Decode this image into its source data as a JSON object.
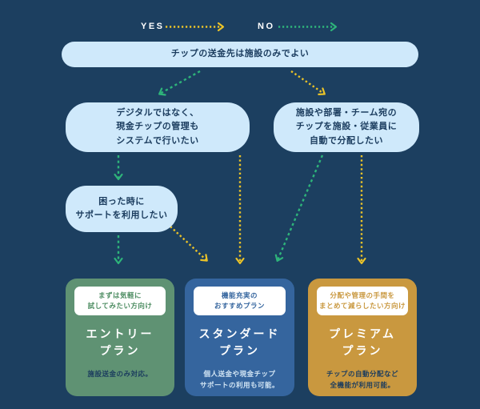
{
  "canvas": {
    "bg": "#1c3f60"
  },
  "colors": {
    "yes_arrow": "#ebc328",
    "no_arrow": "#2eb47a",
    "question_box_bg": "#cfe9fb",
    "question_text": "#1b3c5e",
    "entry_card_bg": "#5f9273",
    "standard_card_bg": "#35659e",
    "premium_card_bg": "#c9983f"
  },
  "legend": {
    "yes": "YES",
    "no": "NO"
  },
  "nodes": {
    "root": {
      "lines": [
        "チップの送金先は施設のみでよい"
      ]
    },
    "cash": {
      "lines": [
        "デジタルではなく、",
        "現金チップの管理も",
        "システムで行いたい"
      ]
    },
    "distribute": {
      "lines": [
        "施設や部署・チーム宛の",
        "チップを施設・従業員に",
        "自動で分配したい"
      ]
    },
    "support": {
      "lines": [
        "困った時に",
        "サポートを利用したい"
      ]
    }
  },
  "edges": [
    {
      "from": "root",
      "to": "cash",
      "answer": "NO",
      "color": "#2eb47a"
    },
    {
      "from": "root",
      "to": "distribute",
      "answer": "YES",
      "color": "#ebc328"
    },
    {
      "from": "cash",
      "to": "support",
      "answer": "NO",
      "color": "#2eb47a"
    },
    {
      "from": "cash",
      "to": "standard-plan",
      "answer": "YES",
      "color": "#ebc328"
    },
    {
      "from": "support",
      "to": "entry-plan",
      "answer": "NO",
      "color": "#2eb47a"
    },
    {
      "from": "support",
      "to": "standard-plan",
      "answer": "YES",
      "color": "#ebc328"
    },
    {
      "from": "distribute",
      "to": "standard-plan",
      "answer": "NO",
      "color": "#2eb47a"
    },
    {
      "from": "distribute",
      "to": "premium-plan",
      "answer": "YES",
      "color": "#ebc328"
    }
  ],
  "plans": [
    {
      "id": "entry",
      "badge_lines": [
        "まずは気軽に",
        "試してみたい方向け"
      ],
      "title_lines": [
        "エントリー",
        "プラン"
      ],
      "desc_lines": [
        "施設送金のみ対応。",
        ""
      ],
      "bg": "#5f9273"
    },
    {
      "id": "standard",
      "badge_lines": [
        "機能充実の",
        "おすすめプラン"
      ],
      "title_lines": [
        "スタンダード",
        "プラン"
      ],
      "desc_lines": [
        "個人送金や現金チップ",
        "サポートの利用も可能。"
      ],
      "bg": "#35659e"
    },
    {
      "id": "premium",
      "badge_lines": [
        "分配や管理の手間を",
        "まとめて減らしたい方向け"
      ],
      "title_lines": [
        "プレミアム",
        "プラン"
      ],
      "desc_lines": [
        "チップの自動分配など",
        "全機能が利用可能。"
      ],
      "bg": "#c9983f"
    }
  ]
}
